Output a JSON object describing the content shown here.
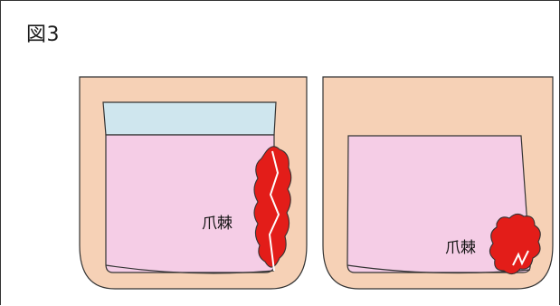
{
  "figure": {
    "title": "図3"
  },
  "panels": [
    {
      "label": "爪棘"
    },
    {
      "label": "爪棘"
    }
  ],
  "colors": {
    "skin": "#f6d1b6",
    "nail": "#f5cde6",
    "lunula": "#cfe6ee",
    "lesion": "#e31d19",
    "outline": "#333333",
    "crack": "#ffffff"
  }
}
